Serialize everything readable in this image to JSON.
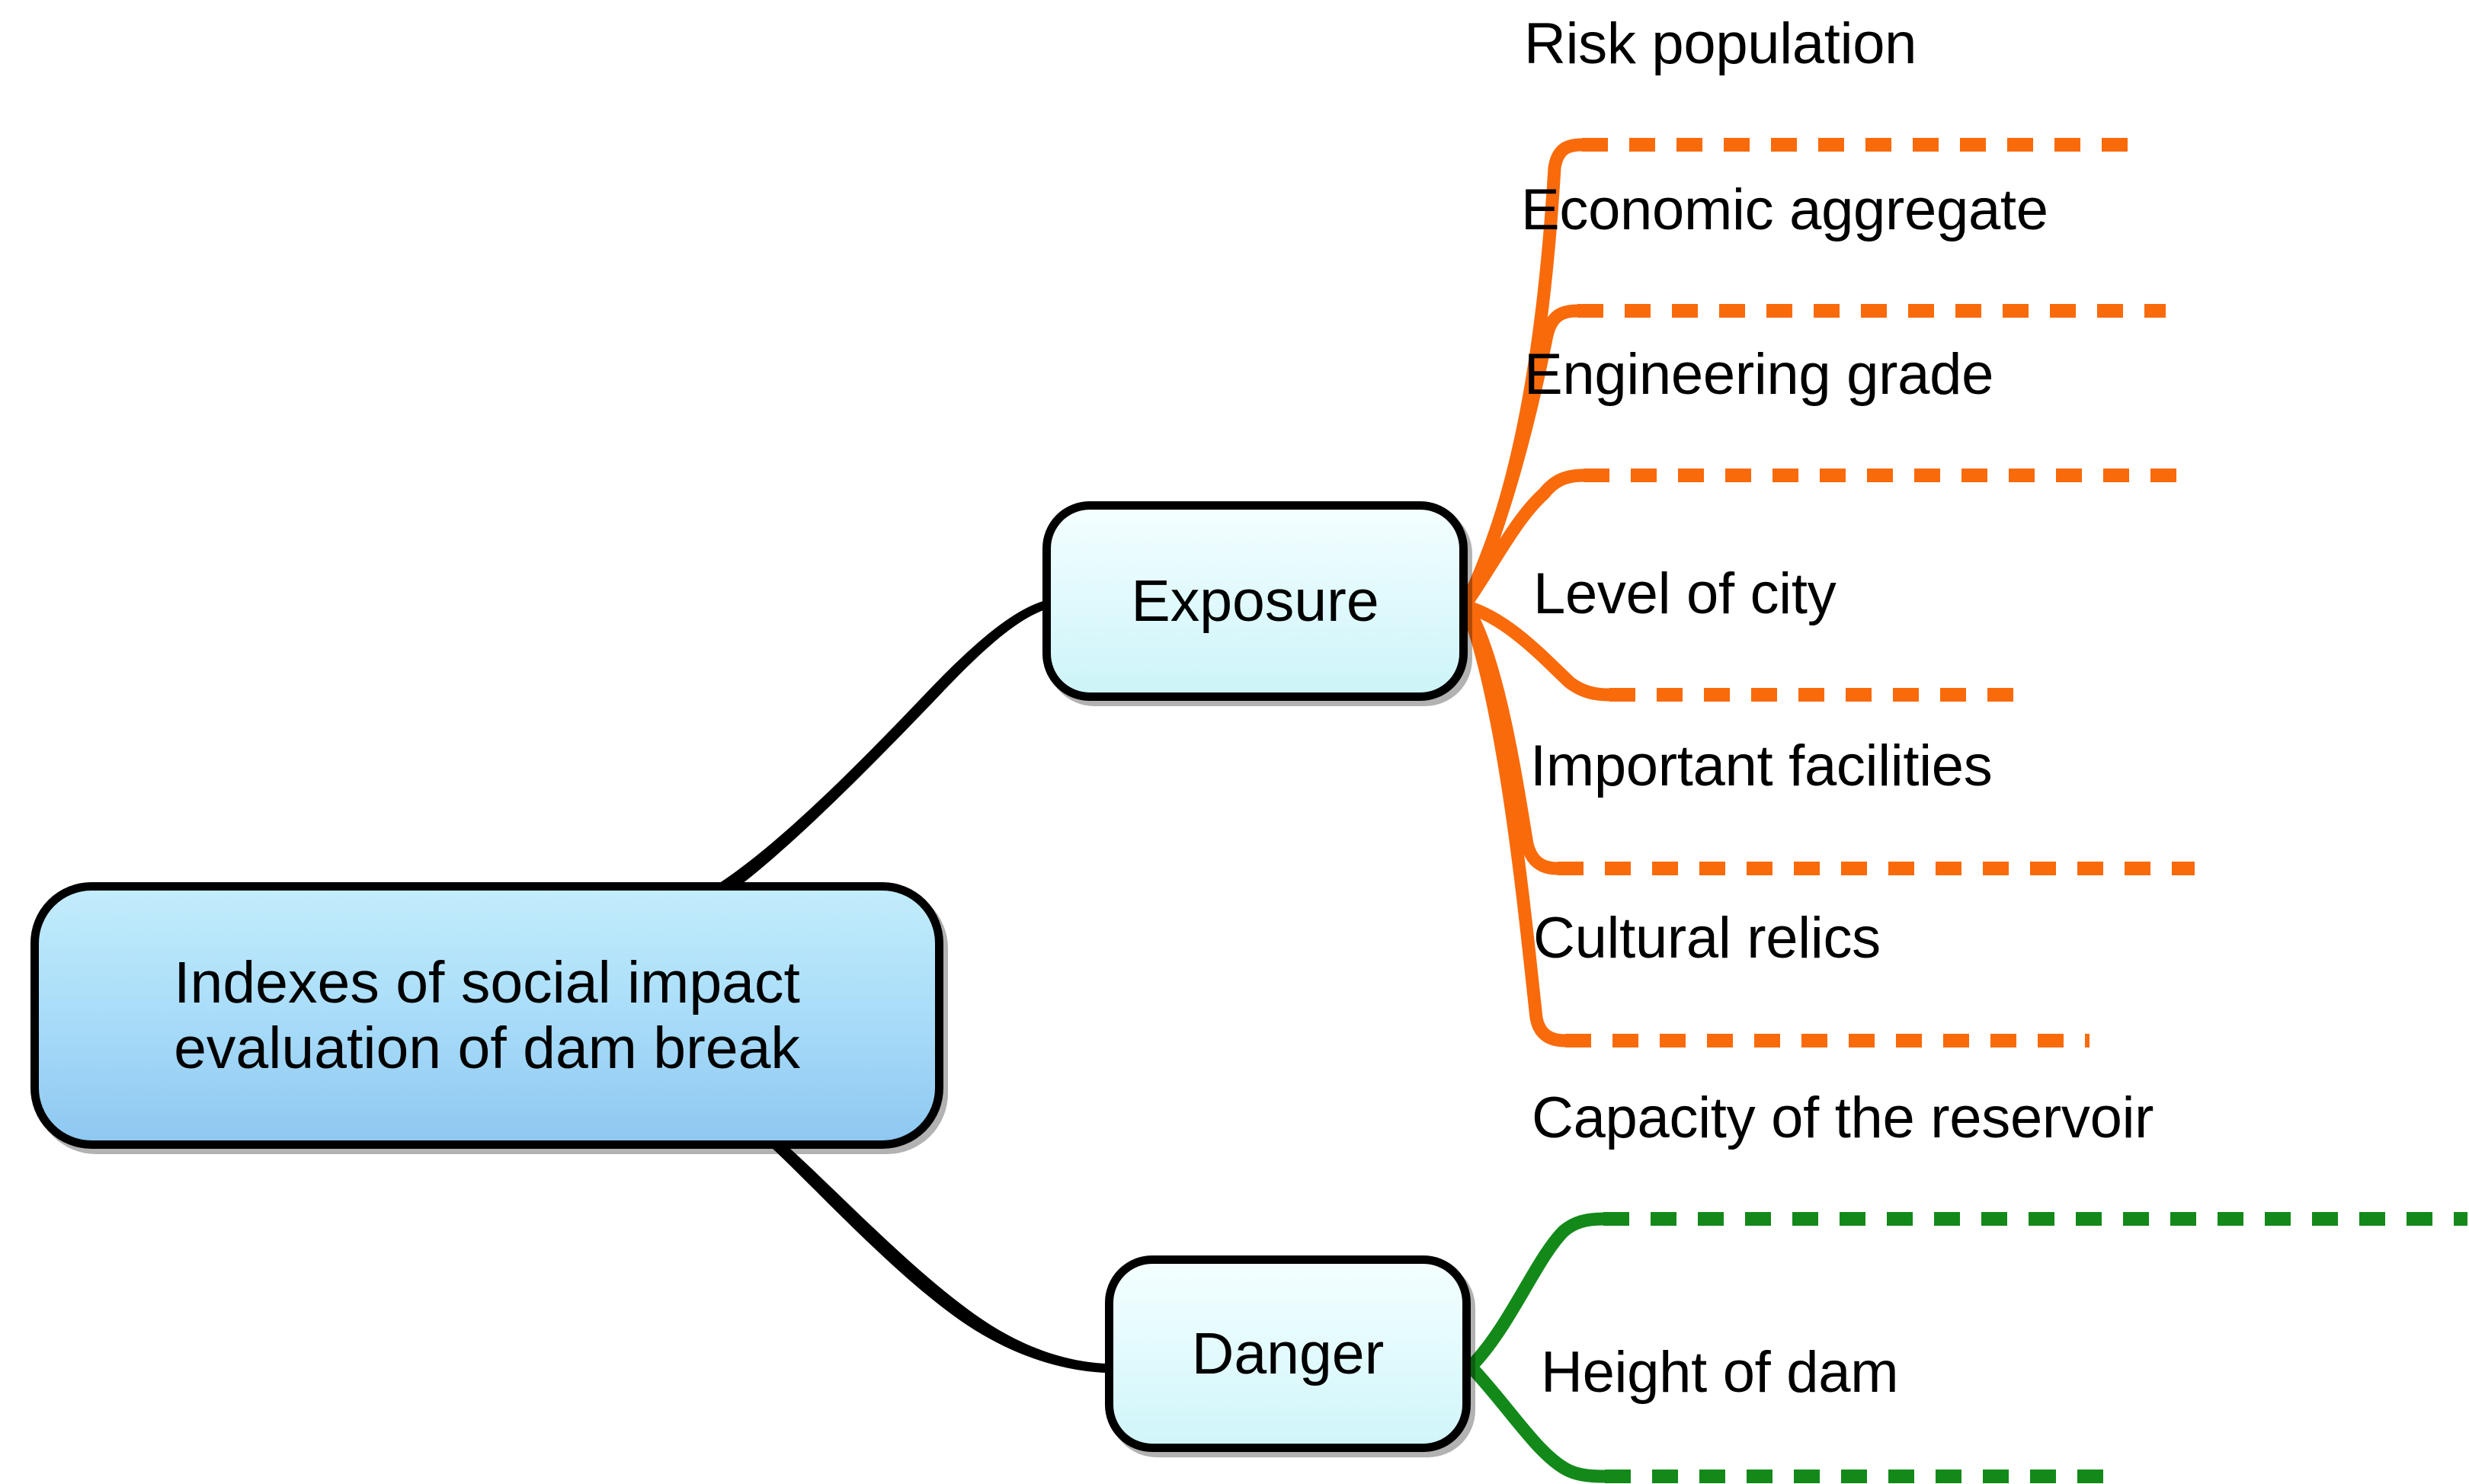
{
  "diagram": {
    "type": "mind-map",
    "title": "Indexes of social impact evaluation of dam break",
    "root": {
      "label": "Indexes of social impact evaluation of dam break",
      "line1": "Indexes of social impact",
      "line2": "evaluation of dam break",
      "fill_top": "#c2ecfb",
      "fill_bottom": "#8ec8f1",
      "border": "#000000"
    },
    "branches": [
      {
        "id": "exposure",
        "label": "Exposure",
        "color": "#f96a0b",
        "fill_top": "#f4feff",
        "fill_bottom": "#cdf4f8",
        "children": [
          {
            "label": "Risk population"
          },
          {
            "label": "Economic aggregate"
          },
          {
            "label": "Engineering grade"
          },
          {
            "label": "Level of city"
          },
          {
            "label": "Important facilities"
          },
          {
            "label": "Cultural relics"
          }
        ]
      },
      {
        "id": "danger",
        "label": "Danger",
        "color": "#13891a",
        "fill_top": "#f4feff",
        "fill_bottom": "#d0f5f9",
        "children": [
          {
            "label": "Capacity of the reservoir"
          },
          {
            "label": "Height of dam"
          }
        ]
      }
    ],
    "colors": {
      "exposure_branch": "#f96a0b",
      "danger_branch": "#13891a",
      "connector": "#000000",
      "background": "#ffffff",
      "text": "#000000"
    }
  }
}
